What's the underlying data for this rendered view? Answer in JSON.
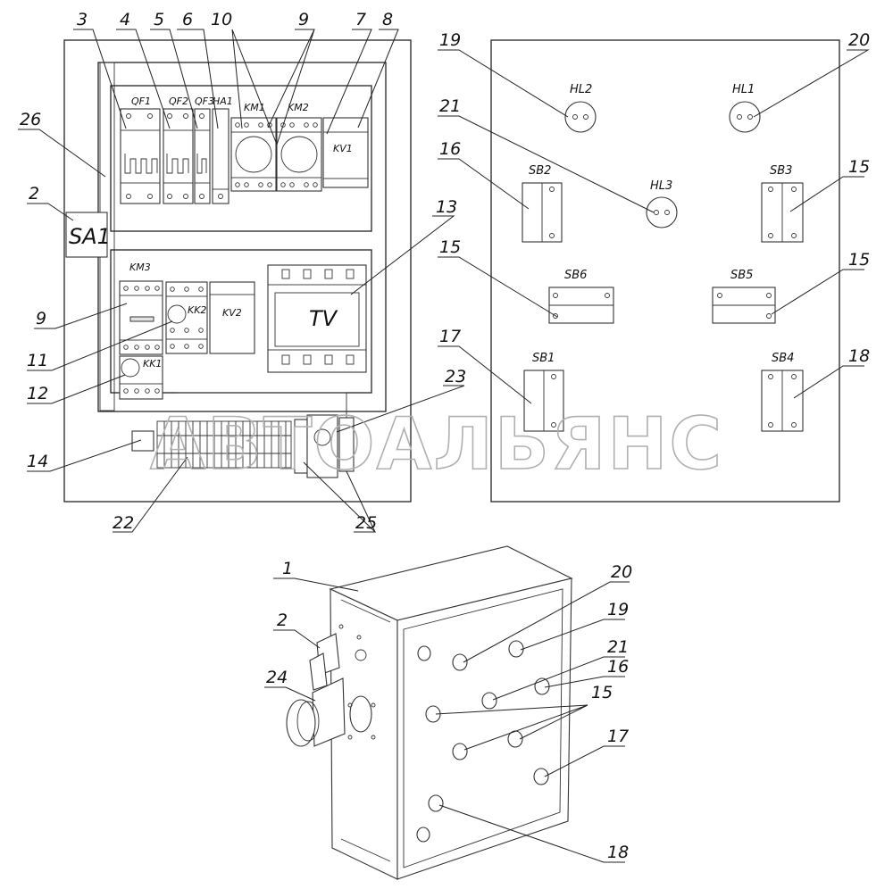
{
  "watermark": "АВТОАЛЬЯНС",
  "callouts": {
    "c1": "1",
    "c2a": "2",
    "c2b": "2",
    "c3": "3",
    "c4": "4",
    "c5": "5",
    "c6": "6",
    "c7": "7",
    "c8": "8",
    "c9a": "9",
    "c9b": "9",
    "c10": "10",
    "c11": "11",
    "c12": "12",
    "c13": "13",
    "c14": "14",
    "c15a": "15",
    "c15b": "15",
    "c15c": "15",
    "c15d": "15",
    "c16a": "16",
    "c16b": "16",
    "c17a": "17",
    "c17b": "17",
    "c18a": "18",
    "c18b": "18",
    "c19a": "19",
    "c19b": "19",
    "c20a": "20",
    "c20b": "20",
    "c21a": "21",
    "c21b": "21",
    "c22": "22",
    "c23": "23",
    "c24": "24",
    "c25": "25",
    "c26": "26"
  },
  "components": {
    "qf1": "QF1",
    "qf2": "QF2",
    "qf3": "QF3",
    "ha1": "HA1",
    "km1": "KM1",
    "km2": "KM2",
    "kv1": "KV1",
    "km3": "KM3",
    "kk2": "KK2",
    "kv2": "KV2",
    "kk1": "KK1",
    "tv": "TV",
    "sa1": "SA1",
    "hl1": "HL1",
    "hl2": "HL2",
    "hl3": "HL3",
    "sb1": "SB1",
    "sb2": "SB2",
    "sb3": "SB3",
    "sb4": "SB4",
    "sb5": "SB5",
    "sb6": "SB6"
  }
}
